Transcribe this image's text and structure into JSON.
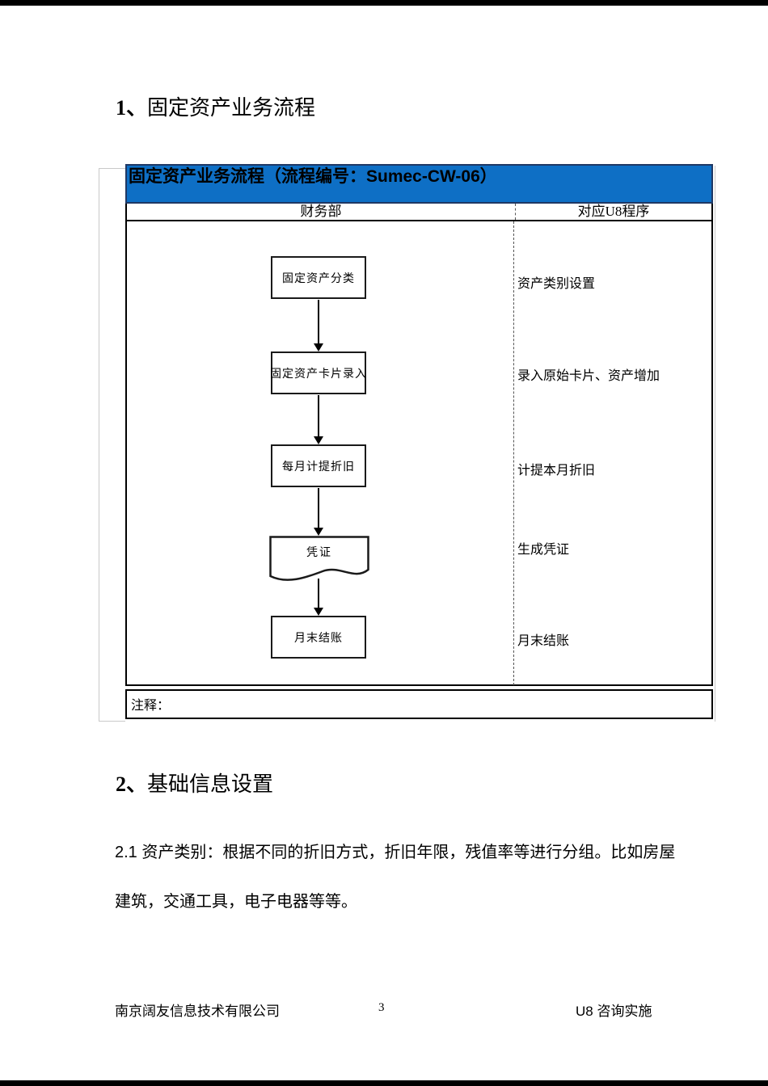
{
  "sections": [
    {
      "number": "1、",
      "title": "固定资产业务流程"
    },
    {
      "number": "2、",
      "title": "基础信息设置"
    }
  ],
  "flow_table": {
    "title": "固定资产业务流程（流程编号：Sumec-CW-06）",
    "columns": {
      "left": "财务部",
      "right": "对应U8程序"
    },
    "steps": [
      {
        "shape": "process",
        "label": "固定资产分类",
        "u8_program": "资产类别设置"
      },
      {
        "shape": "process",
        "label": "固定资产卡片录入",
        "u8_program": "录入原始卡片、资产增加"
      },
      {
        "shape": "process",
        "label": "每月计提折旧",
        "u8_program": "计提本月折旧"
      },
      {
        "shape": "document",
        "label": "凭证",
        "u8_program": "生成凭证"
      },
      {
        "shape": "process",
        "label": "月末结账",
        "u8_program": "月末结账"
      }
    ],
    "note_label": "注释："
  },
  "body_text": {
    "para_2_1_line1": "2.1 资产类别：根据不同的折旧方式，折旧年限，残值率等进行分组。比如房屋",
    "para_2_1_line2": "建筑，交通工具，电子电器等等。"
  },
  "footer": {
    "company": "南京阔友信息技术有限公司",
    "page_number": "3",
    "right_text": "U8 咨询实施"
  },
  "colors": {
    "title_bar_bg": "#0E6FC5",
    "title_bar_border": "#1F3864",
    "table_border": "#000000"
  }
}
